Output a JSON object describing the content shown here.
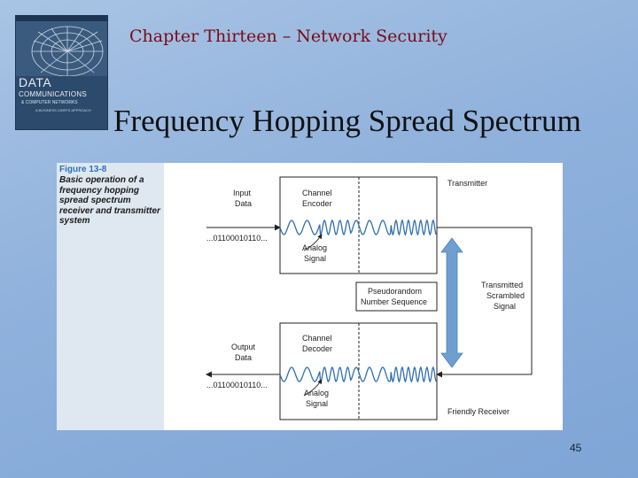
{
  "cover": {
    "top_band": "",
    "title_line1": "DATA",
    "title_line2": "COMMUNICATIONS",
    "title_line3": "& COMPUTER NETWORKS",
    "subtitle": "A BUSINESS USER'S APPROACH",
    "edition": "",
    "colors": {
      "background": "#2c4a6b"
    }
  },
  "header": {
    "chapter": "Chapter Thirteen – Network Security",
    "title": "Frequency Hopping Spread Spectrum"
  },
  "figure": {
    "number": "Figure 13-8",
    "caption": "Basic operation of a frequency hopping spread spectrum receiver and transmitter system",
    "labels": {
      "input_1": "Input",
      "input_2": "Data",
      "channel_encoder_1": "Channel",
      "channel_encoder_2": "Encoder",
      "transmitter": "Transmitter",
      "bits_top": "...01100010110...",
      "analog_top_1": "Analog",
      "analog_top_2": "Signal",
      "pseudo_1": "Pseudorandom",
      "pseudo_2": "Number Sequence",
      "transmitted_1": "Transmitted",
      "transmitted_2": "Scrambled",
      "transmitted_3": "Signal",
      "output_1": "Output",
      "output_2": "Data",
      "channel_decoder_1": "Channel",
      "channel_decoder_2": "Decoder",
      "bits_bottom": "...01100010110...",
      "analog_bottom_1": "Analog",
      "analog_bottom_2": "Signal",
      "friendly_receiver": "Friendly Receiver"
    },
    "colors": {
      "arrow": "#6f9fcf",
      "wave": "#2f6fb0",
      "side": "#dfe8f0"
    }
  },
  "page_number": "45"
}
